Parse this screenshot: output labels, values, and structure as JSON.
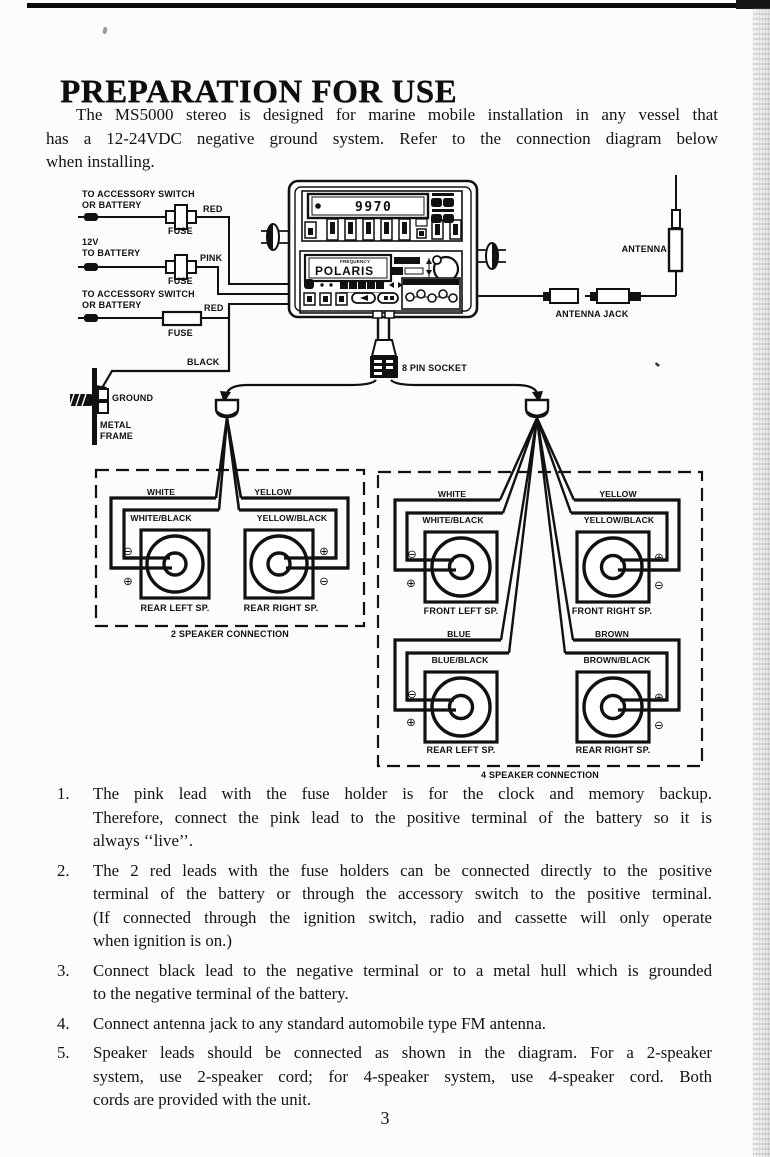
{
  "header": {
    "title": "PREPARATION FOR USE"
  },
  "intro": {
    "lines": [
      "The MS5000 stereo is designed for marine mobile installation in any vessel that",
      "has a 12-24VDC negative ground system. Refer to the connection diagram below",
      "when installing."
    ]
  },
  "diagram": {
    "power_leads": [
      {
        "dest1": "TO ACCESSORY SWITCH",
        "dest2": "OR BATTERY",
        "color": "RED",
        "fuse": "FUSE"
      },
      {
        "dest1": "12V",
        "dest2": "TO BATTERY",
        "color": "PINK",
        "fuse": "FUSE"
      },
      {
        "dest1": "TO ACCESSORY SWITCH",
        "dest2": "OR BATTERY",
        "color": "RED",
        "fuse": "FUSE"
      }
    ],
    "black_label": "BLACK",
    "ground_label": "GROUND",
    "frame_label1": "METAL",
    "frame_label2": "FRAME",
    "socket_label": "8 PIN SOCKET",
    "antenna_label": "ANTENNA",
    "antenna_jack_label": "ANTENNA JACK",
    "stereo": {
      "display": "9970",
      "brand": "POLARIS",
      "brand_small": "FREQUENCY"
    },
    "two_speaker": {
      "title": "2 SPEAKER CONNECTION",
      "speakers": [
        {
          "wire": "WHITE",
          "wire_black": "WHITE/BLACK",
          "name": "REAR LEFT SP.",
          "top_sign": "⊖",
          "bottom_sign": "⊕"
        },
        {
          "wire": "YELLOW",
          "wire_black": "YELLOW/BLACK",
          "name": "REAR RIGHT SP.",
          "top_sign": "⊕",
          "bottom_sign": "⊖"
        }
      ]
    },
    "four_speaker": {
      "title": "4 SPEAKER CONNECTION",
      "speakers": [
        {
          "wire": "WHITE",
          "wire_black": "WHITE/BLACK",
          "name": "FRONT LEFT SP.",
          "top_sign": "⊖",
          "bottom_sign": "⊕"
        },
        {
          "wire": "YELLOW",
          "wire_black": "YELLOW/BLACK",
          "name": "FRONT RIGHT SP.",
          "top_sign": "⊕",
          "bottom_sign": "⊖"
        },
        {
          "wire": "BLUE",
          "wire_black": "BLUE/BLACK",
          "name": "REAR LEFT SP.",
          "top_sign": "⊖",
          "bottom_sign": "⊕"
        },
        {
          "wire": "BROWN",
          "wire_black": "BROWN/BLACK",
          "name": "REAR RIGHT SP.",
          "top_sign": "⊕",
          "bottom_sign": "⊖"
        }
      ]
    }
  },
  "instructions": [
    {
      "num": "1.",
      "lines": [
        "The pink lead with the fuse holder is for the clock and memory backup.",
        "Therefore, connect the pink lead to the positive terminal of the battery so it is",
        "always ‘‘live’’."
      ]
    },
    {
      "num": "2.",
      "lines": [
        "The 2 red leads with the fuse holders can be connected directly to the positive",
        "terminal of the battery or through the accessory switch to the positive terminal.",
        "(If connected through the ignition switch, radio and cassette will only operate",
        "when ignition is on.)"
      ]
    },
    {
      "num": "3.",
      "lines": [
        "Connect black lead to the negative terminal or to a metal hull which is grounded",
        "to the negative terminal of the battery."
      ]
    },
    {
      "num": "4.",
      "lines": [
        "Connect antenna jack to any standard automobile type FM antenna."
      ]
    },
    {
      "num": "5.",
      "lines": [
        "Speaker leads should be connected as shown in the diagram. For a 2-speaker",
        "system, use 2-speaker cord; for 4-speaker system, use 4-speaker cord. Both",
        "cords are provided with the unit."
      ]
    }
  ],
  "page": {
    "number": "3"
  }
}
